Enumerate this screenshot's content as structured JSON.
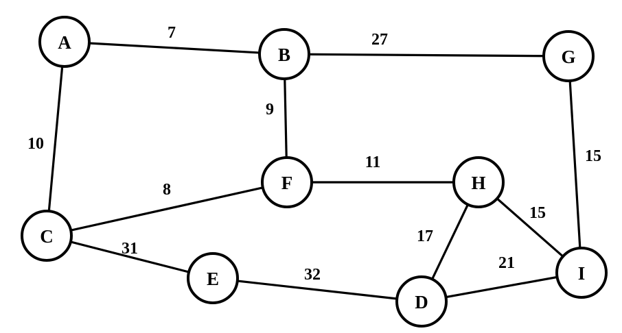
{
  "graph": {
    "nodes": [
      {
        "id": "A",
        "label": "A"
      },
      {
        "id": "B",
        "label": "B"
      },
      {
        "id": "G",
        "label": "G"
      },
      {
        "id": "F",
        "label": "F"
      },
      {
        "id": "H",
        "label": "H"
      },
      {
        "id": "C",
        "label": "C"
      },
      {
        "id": "E",
        "label": "E"
      },
      {
        "id": "D",
        "label": "D"
      },
      {
        "id": "I",
        "label": "I"
      }
    ],
    "edges": [
      {
        "from": "A",
        "to": "B",
        "weight": "7"
      },
      {
        "from": "B",
        "to": "G",
        "weight": "27"
      },
      {
        "from": "B",
        "to": "F",
        "weight": "9"
      },
      {
        "from": "A",
        "to": "C",
        "weight": "10"
      },
      {
        "from": "G",
        "to": "I",
        "weight": "15"
      },
      {
        "from": "F",
        "to": "H",
        "weight": "11"
      },
      {
        "from": "C",
        "to": "F",
        "weight": "8"
      },
      {
        "from": "H",
        "to": "I",
        "weight": "15"
      },
      {
        "from": "H",
        "to": "D",
        "weight": "17"
      },
      {
        "from": "C",
        "to": "E",
        "weight": "31"
      },
      {
        "from": "E",
        "to": "D",
        "weight": "32"
      },
      {
        "from": "D",
        "to": "I",
        "weight": "21"
      }
    ]
  },
  "colors": {
    "stroke": "#000000",
    "fill": "#ffffff",
    "text": "#000000"
  }
}
